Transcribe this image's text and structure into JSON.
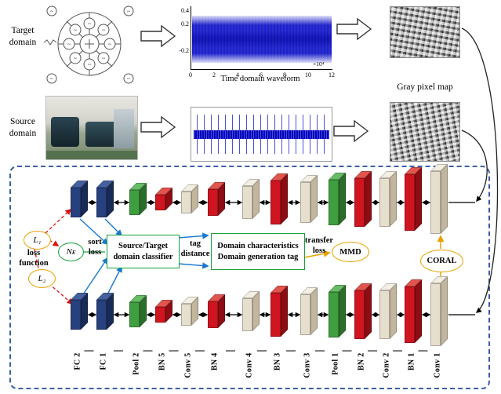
{
  "colors": {
    "dashed_border": "#3a5fa8",
    "green_box": "#18a03c",
    "oval_border": "#e8a200",
    "waveform_blue": "#0008c8",
    "red_arrow": "#e01010",
    "blue_arrow": "#1878d0"
  },
  "top": {
    "target_domain_label": "Target\ndomain",
    "source_domain_label": "Source\ndomain",
    "gray_pixel_map_label": "Gray pixel map"
  },
  "waveform": {
    "xlabel": "Time domain waveform",
    "x_ticks": [
      "0",
      "2",
      "4",
      "6",
      "8",
      "10",
      "12"
    ],
    "x_scale": "×10⁴",
    "y_ticks": [
      "0.4",
      "0.2",
      "-0.2"
    ]
  },
  "annotations": {
    "l1": "L₁",
    "l2": "L₂",
    "loss_function": "loss\nfunction",
    "ne": "Nᴇ",
    "sort_loss": "sort\nloss",
    "classifier": "Source/Target\ndomain classifier",
    "tag_distance": "tag\ndistance",
    "domain_box": "Domain characteristics\nDomain generation tag",
    "transfer_loss": "transfer\nloss",
    "mmd": "MMD",
    "coral": "CORAL"
  },
  "network": {
    "layers": [
      {
        "label": "FC 2",
        "type": "fc"
      },
      {
        "label": "FC 1",
        "type": "fc"
      },
      {
        "label": "Pool 2",
        "type": "pool"
      },
      {
        "label": "BN 5",
        "type": "bn"
      },
      {
        "label": "Conv 5",
        "type": "conv"
      },
      {
        "label": "BN 4",
        "type": "bn"
      },
      {
        "label": "Conv 4",
        "type": "conv"
      },
      {
        "label": "BN 3",
        "type": "bn"
      },
      {
        "label": "Conv 3",
        "type": "conv"
      },
      {
        "label": "Pool 1",
        "type": "pool"
      },
      {
        "label": "BN 2",
        "type": "bn"
      },
      {
        "label": "Conv 2",
        "type": "conv"
      },
      {
        "label": "BN 1",
        "type": "bn"
      },
      {
        "label": "Conv 1",
        "type": "conv"
      }
    ]
  }
}
